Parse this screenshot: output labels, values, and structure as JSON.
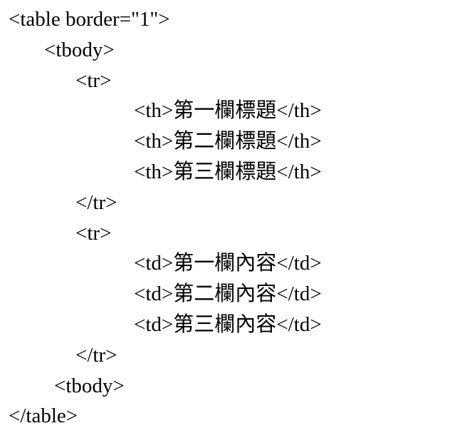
{
  "code": {
    "language": "html-source-text",
    "lines": [
      "<table border=\"1\">",
      "<tbody>",
      "<tr>",
      "<th>第一欄標題</th>",
      "<th>第二欄標題</th>",
      "<th>第三欄標題</th>",
      "</tr>",
      "<tr>",
      "<td>第一欄內容</td>",
      "<td>第二欄內容</td>",
      "<td>第三欄內容</td>",
      "</tr>",
      "<tbody>",
      "</table>"
    ]
  }
}
